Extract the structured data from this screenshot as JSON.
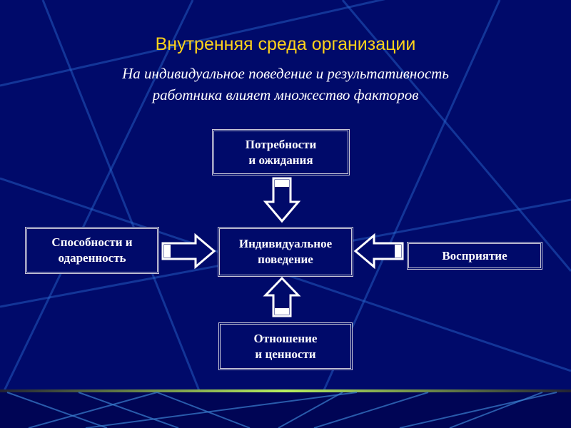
{
  "title": "Внутренняя среда организации",
  "subtitle_line1": "На индивидуальное поведение и результативность",
  "subtitle_line2": "работника влияет множество факторов",
  "boxes": {
    "top": "Потребности\nи ожидания",
    "center": "Индивидуальное\nповедение",
    "left": "Способности и\nодаренность",
    "right": "Восприятие",
    "bottom": "Отношение\nи ценности"
  },
  "colors": {
    "background": "#000a6a",
    "title": "#ffd21a",
    "accent_line": "#a8e060"
  }
}
